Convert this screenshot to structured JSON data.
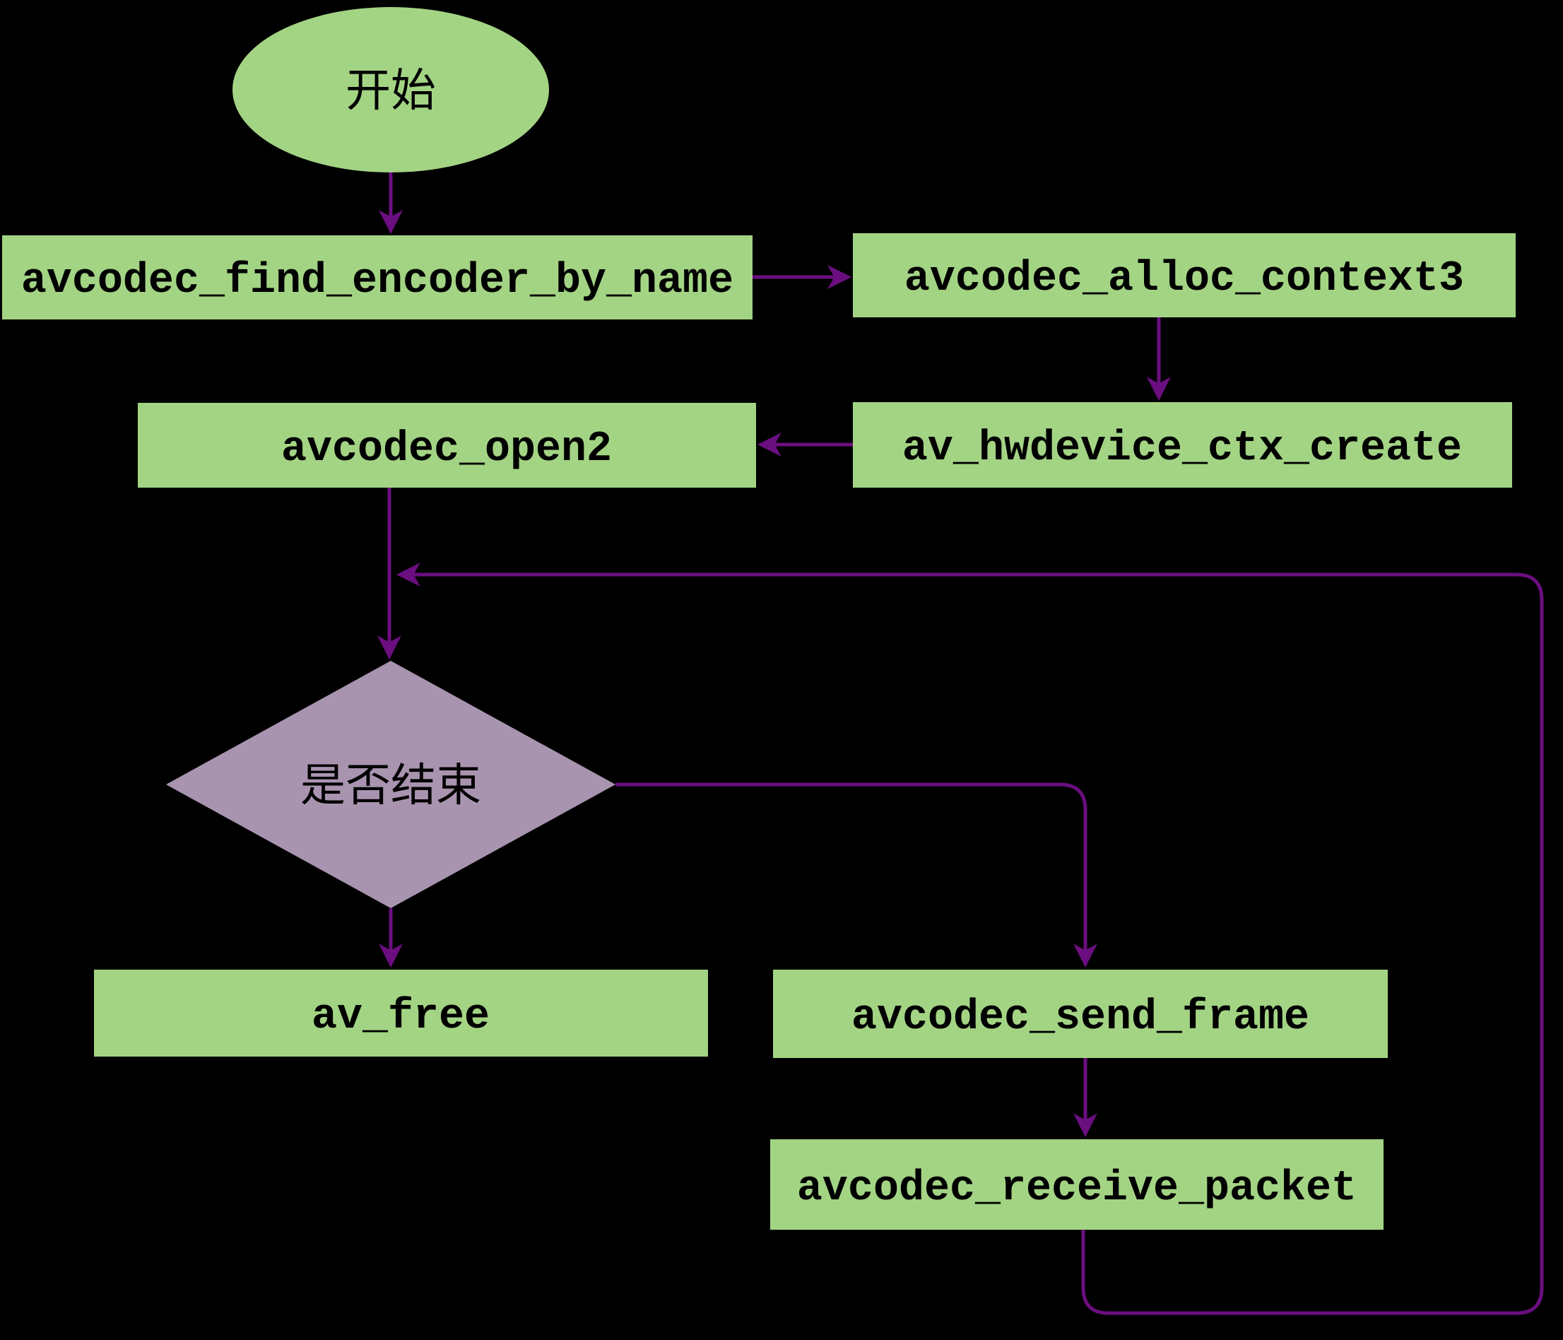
{
  "diagram": {
    "type": "flowchart",
    "title": "FFmpeg hardware encoding call flow",
    "colors": {
      "process_fill": "#a3d484",
      "decision_fill": "#a994b0",
      "edge_stroke": "#6b0e80",
      "label_text": "#000000",
      "canvas_bg": "#000000"
    },
    "nodes": {
      "start": {
        "label": "开始",
        "shape": "ellipse"
      },
      "find_encoder": {
        "label": "avcodec_find_encoder_by_name",
        "shape": "rect"
      },
      "alloc_context": {
        "label": "avcodec_alloc_context3",
        "shape": "rect"
      },
      "open2": {
        "label": "avcodec_open2",
        "shape": "rect"
      },
      "hwdevice_ctx_create": {
        "label": "av_hwdevice_ctx_create",
        "shape": "rect"
      },
      "loop_check": {
        "label": "是否结束",
        "shape": "diamond"
      },
      "av_free": {
        "label": "av_free",
        "shape": "rect"
      },
      "send_frame": {
        "label": "avcodec_send_frame",
        "shape": "rect"
      },
      "receive_packet": {
        "label": "avcodec_receive_packet",
        "shape": "rect"
      }
    },
    "edges": [
      {
        "from": "start",
        "to": "find_encoder"
      },
      {
        "from": "find_encoder",
        "to": "alloc_context"
      },
      {
        "from": "alloc_context",
        "to": "hwdevice_ctx_create"
      },
      {
        "from": "hwdevice_ctx_create",
        "to": "open2"
      },
      {
        "from": "open2",
        "to": "loop_check"
      },
      {
        "from": "loop_check",
        "to": "av_free"
      },
      {
        "from": "loop_check",
        "to": "send_frame"
      },
      {
        "from": "send_frame",
        "to": "receive_packet"
      },
      {
        "from": "receive_packet",
        "to": "loop_check"
      }
    ]
  }
}
